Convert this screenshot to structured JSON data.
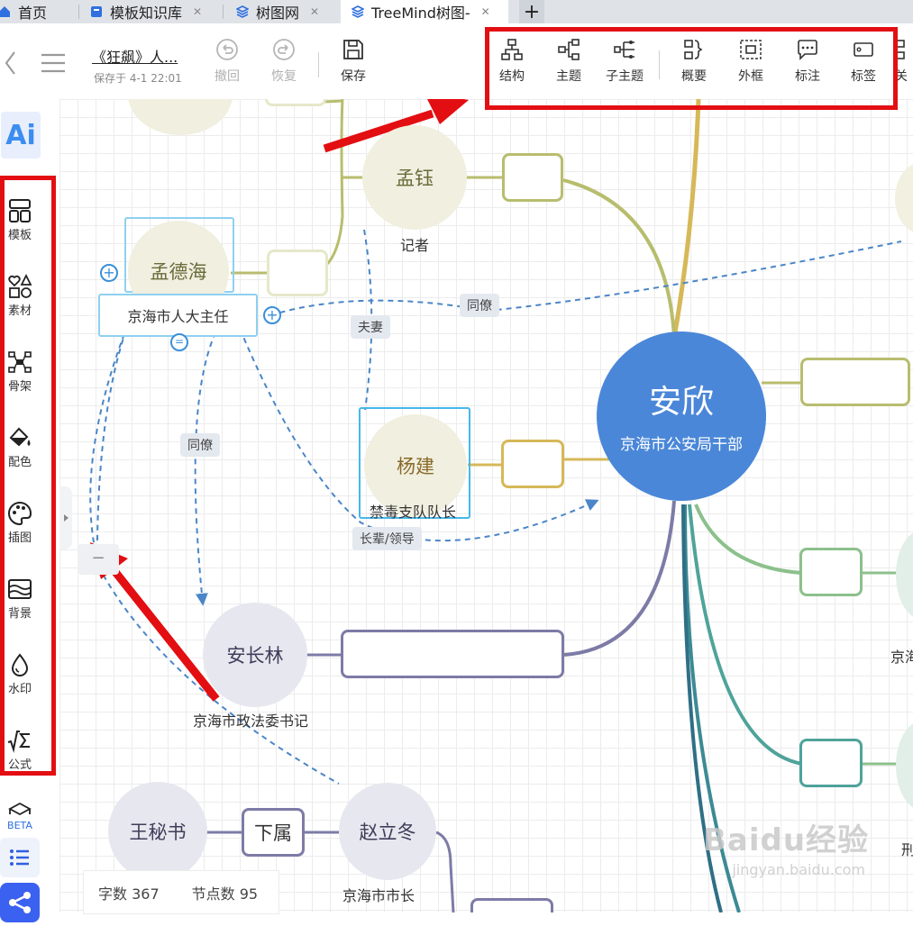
{
  "tabs": [
    {
      "label": "首页",
      "closable": false,
      "active": false
    },
    {
      "label": "模板知识库",
      "closable": true,
      "active": false
    },
    {
      "label": "树图网",
      "closable": true,
      "active": false
    },
    {
      "label": "TreeMind树图-",
      "closable": true,
      "active": true
    }
  ],
  "new_tab_label": "+",
  "doc": {
    "title": "《狂飙》人...",
    "saved": "保存于 4-1 22:01"
  },
  "toolbar": {
    "undo": "撤回",
    "redo": "恢复",
    "save": "保存",
    "structure": "结构",
    "topic": "主题",
    "subtopic": "子主题",
    "summary": "概要",
    "frame": "外框",
    "annotation": "标注",
    "tag": "标签",
    "relation": "关"
  },
  "sidebar": {
    "ai": "Ai",
    "items": [
      "模板",
      "素材",
      "骨架",
      "配色",
      "插图",
      "背景",
      "水印",
      "公式"
    ],
    "beta": "BETA"
  },
  "mindmap": {
    "center": {
      "name": "安欣",
      "role": "京海市公安局干部",
      "color": "#4a87d8"
    },
    "nodes": {
      "mengyu": {
        "name": "孟钰",
        "role": "记者"
      },
      "mengdehai": {
        "name": "孟德海",
        "role": "京海市人大主任"
      },
      "yangjian": {
        "name": "杨建",
        "role": "禁毒支队队长"
      },
      "anchanglin": {
        "name": "安长林",
        "role": "京海市政法委书记"
      },
      "wangmishu": {
        "name": "王秘书"
      },
      "zhaolidong": {
        "name": "赵立冬",
        "role": "京海市市长"
      },
      "right1_role": "京海",
      "right2_role": "刑"
    },
    "relations": {
      "couple": "夫妻",
      "colleague1": "同僚",
      "colleague2": "同僚",
      "elder": "长辈/领导",
      "subordinate": "下属"
    }
  },
  "status": {
    "words": "字数 367",
    "nodes": "节点数 95"
  },
  "watermark": {
    "brand": "Baidu经验",
    "url": "jingyan.baidu.com"
  },
  "colors": {
    "highlight_red": "#e30e12",
    "center_blue": "#4a87d8",
    "accent_blue": "#3a7be8"
  }
}
